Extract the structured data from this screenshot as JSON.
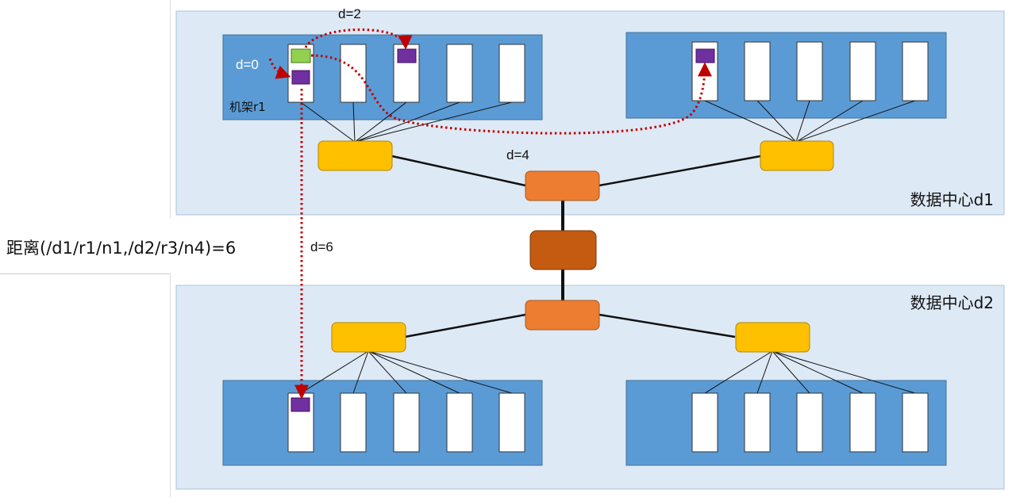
{
  "datacenters": [
    {
      "label": "数据中心d1"
    },
    {
      "label": "数据中心d2"
    }
  ],
  "rack_label": "机架r1",
  "distance_labels": {
    "d0": "d=0",
    "d2": "d=2",
    "d4": "d=4",
    "d6": "d=6"
  },
  "distance_formula": "距离(/d1/r1/n1,/d2/r3/n4)=6",
  "colors": {
    "datacenter_bg": "#dde9f5",
    "datacenter_border": "#aac3dd",
    "rack_fill": "#5b9bd5",
    "node_fill": "#ffffff",
    "block_purple": "#7030a0",
    "block_green": "#92d050",
    "rack_switch": "#ffc000",
    "core_switch": "#ed7d31",
    "root_switch": "#c55a11",
    "path": "#c00000"
  }
}
